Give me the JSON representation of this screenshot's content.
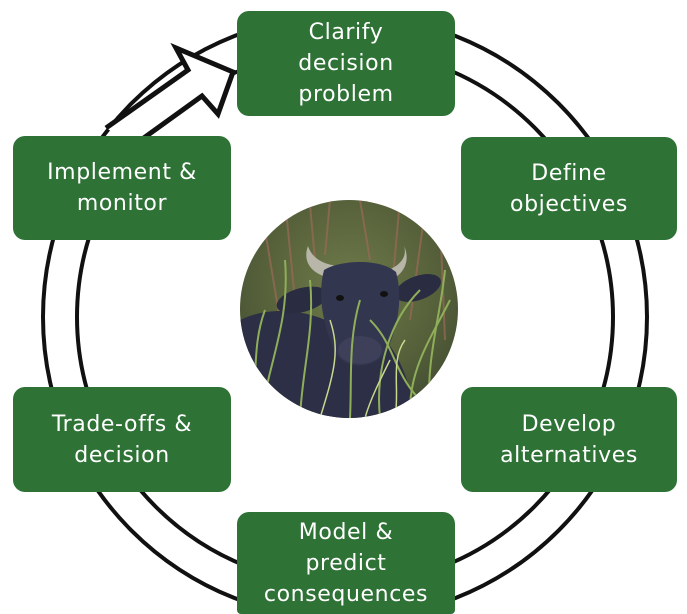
{
  "cycle": {
    "steps": [
      {
        "label": "Clarify\ndecision\nproblem"
      },
      {
        "label": "Define\nobjectives"
      },
      {
        "label": "Develop\nalternatives"
      },
      {
        "label": "Model &\npredict\nconsequences"
      },
      {
        "label": "Trade-offs &\ndecision"
      },
      {
        "label": "Implement &\nmonitor"
      }
    ]
  },
  "colors": {
    "box_fill": "#2e7236",
    "box_text": "#ffffff",
    "cycle_stroke": "#111111"
  },
  "center_image": {
    "subject": "water buffalo in tall grass"
  }
}
